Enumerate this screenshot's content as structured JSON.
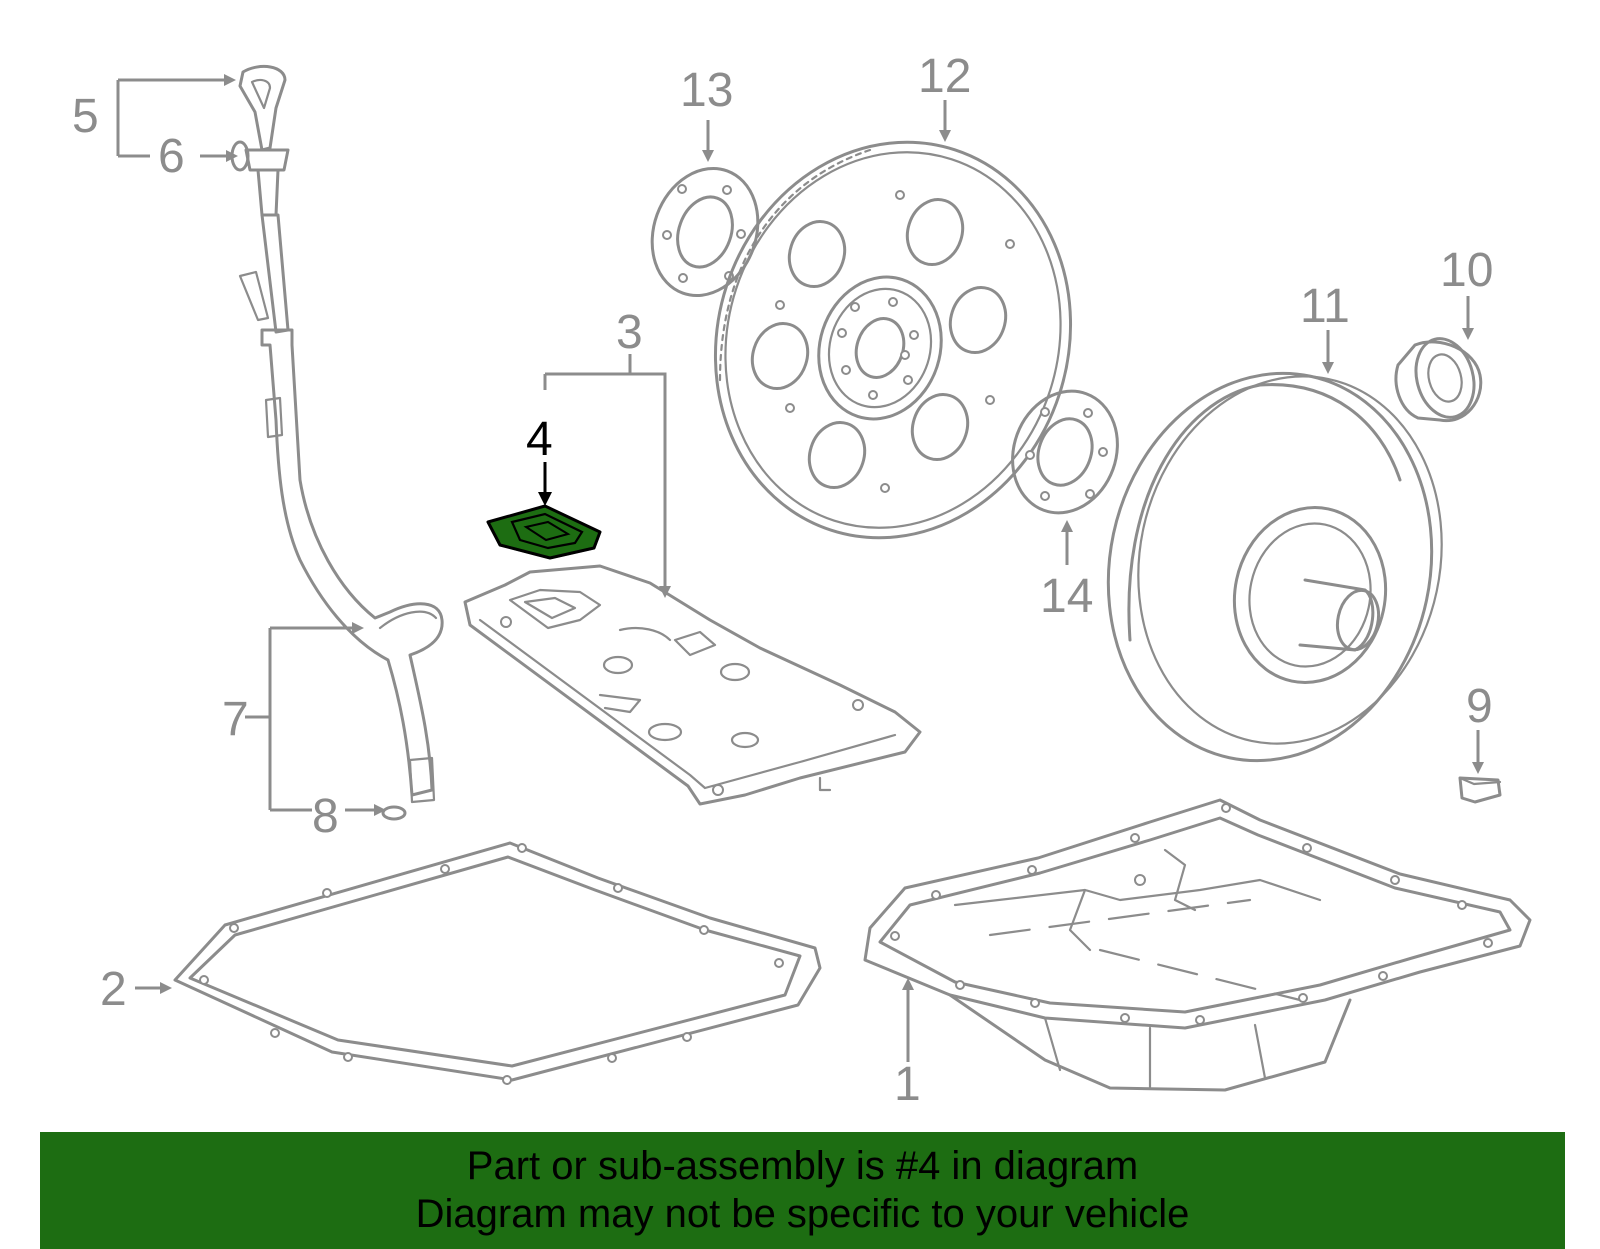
{
  "callouts": {
    "n1": "1",
    "n2": "2",
    "n3": "3",
    "n4": "4",
    "n5": "5",
    "n6": "6",
    "n7": "7",
    "n8": "8",
    "n9": "9",
    "n10": "10",
    "n11": "11",
    "n12": "12",
    "n13": "13",
    "n14": "14"
  },
  "highlighted_part": "4",
  "colors": {
    "highlight": "#1d6d12",
    "line": "#8c8c8c",
    "banner": "#1d6d12"
  },
  "banner": {
    "line1": "Part or sub-assembly is #4 in diagram",
    "line2": "Diagram may not be specific to your vehicle"
  }
}
